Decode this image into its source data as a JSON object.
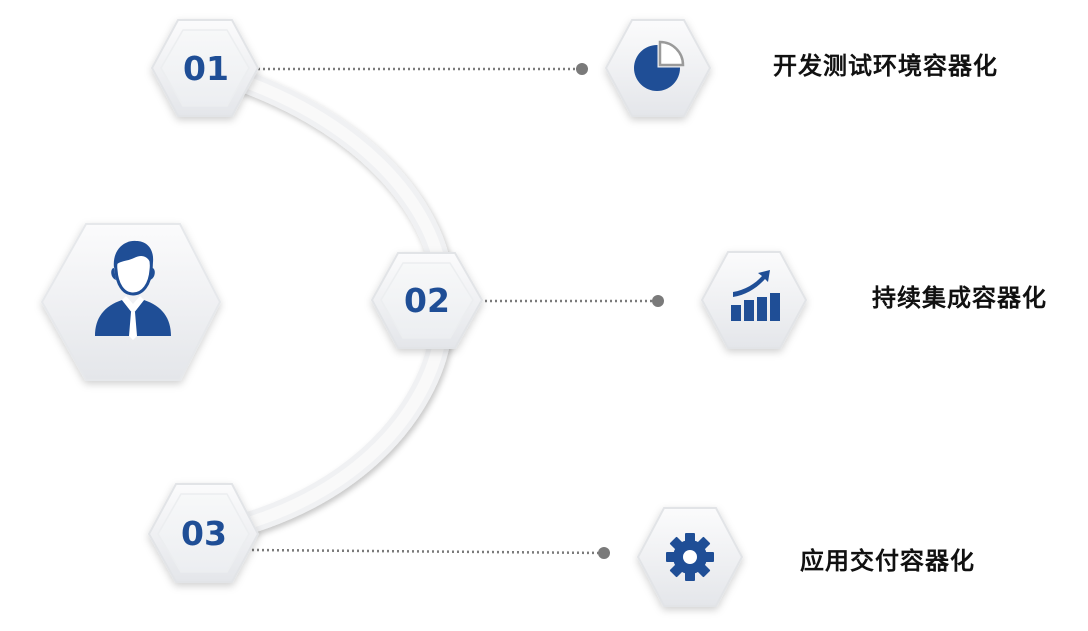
{
  "steps": [
    {
      "number": "01",
      "label": "开发测试环境容器化",
      "icon": "pie-chart-icon"
    },
    {
      "number": "02",
      "label": "持续集成容器化",
      "icon": "bar-chart-growth-icon"
    },
    {
      "number": "03",
      "label": "应用交付容器化",
      "icon": "gear-icon"
    }
  ],
  "center_icon": "person-icon",
  "colors": {
    "accent": "#1f4e96",
    "hex_fill": "#f2f3f5",
    "connector": "#808080"
  }
}
